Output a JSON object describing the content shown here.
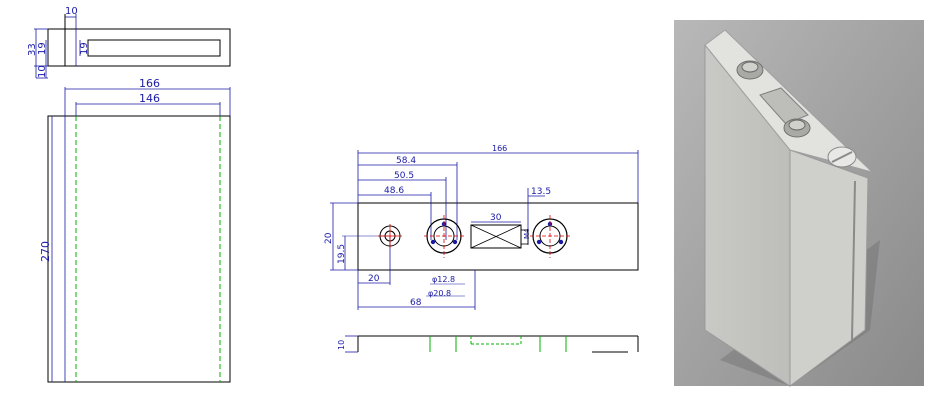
{
  "top_view": {
    "dims": {
      "w10": "10",
      "h33": "33",
      "h19a": "19",
      "h19b": "19",
      "h10": "10"
    }
  },
  "front_view": {
    "dims": {
      "w166": "166",
      "w146": "146",
      "h270": "270"
    }
  },
  "terminal_view": {
    "dims": {
      "w166": "166",
      "d58": "58.4",
      "d50": "50.5",
      "d48": "48.6",
      "d20": "20",
      "d68": "68",
      "d30": "30",
      "d13": "13.5",
      "h20": "20",
      "h19": "19.5",
      "m": "M4",
      "phi_small": "φ12.8",
      "phi_large": "φ20.8"
    }
  },
  "side_strip": {
    "dims": {
      "h10": "10"
    }
  },
  "colors": {
    "outline": "#000000",
    "dimension": "#1a1aa6",
    "green_dash": "#00b000",
    "center_mark": "#e00000",
    "photo_background": "#9a9a9a"
  }
}
